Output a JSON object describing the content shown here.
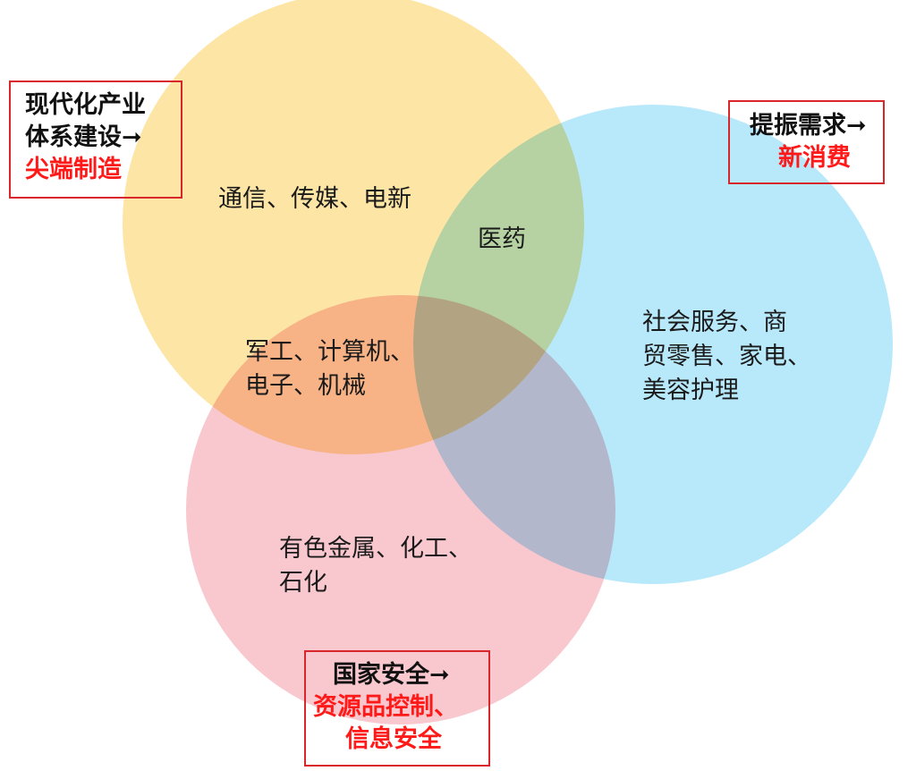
{
  "colors": {
    "circle_top": "#fde5a5",
    "circle_right": "#b8e9fb",
    "circle_bottom": "#f9c8cf",
    "box_border": "#d9262b",
    "highlight_text": "#ff1a1a"
  },
  "themes": {
    "top": {
      "line1": "现代化产业",
      "line2": "体系建设➞",
      "line3": "尖端制造"
    },
    "right": {
      "line1": "提振需求➞",
      "line2": "新消费"
    },
    "bottom": {
      "line1": "国家安全➞",
      "line2": "资源品控制、",
      "line3": "信息安全"
    }
  },
  "regions": {
    "top_only": {
      "line1": "通信、传媒、电新"
    },
    "top_right": {
      "line1": "医药"
    },
    "top_bottom": {
      "line1": "军工、计算机、",
      "line2": "电子、机械"
    },
    "right_only": {
      "line1": "社会服务、商",
      "line2": "贸零售、家电、",
      "line3": "美容护理"
    },
    "bottom_only": {
      "line1": "有色金属、化工、",
      "line2": "石化"
    }
  }
}
